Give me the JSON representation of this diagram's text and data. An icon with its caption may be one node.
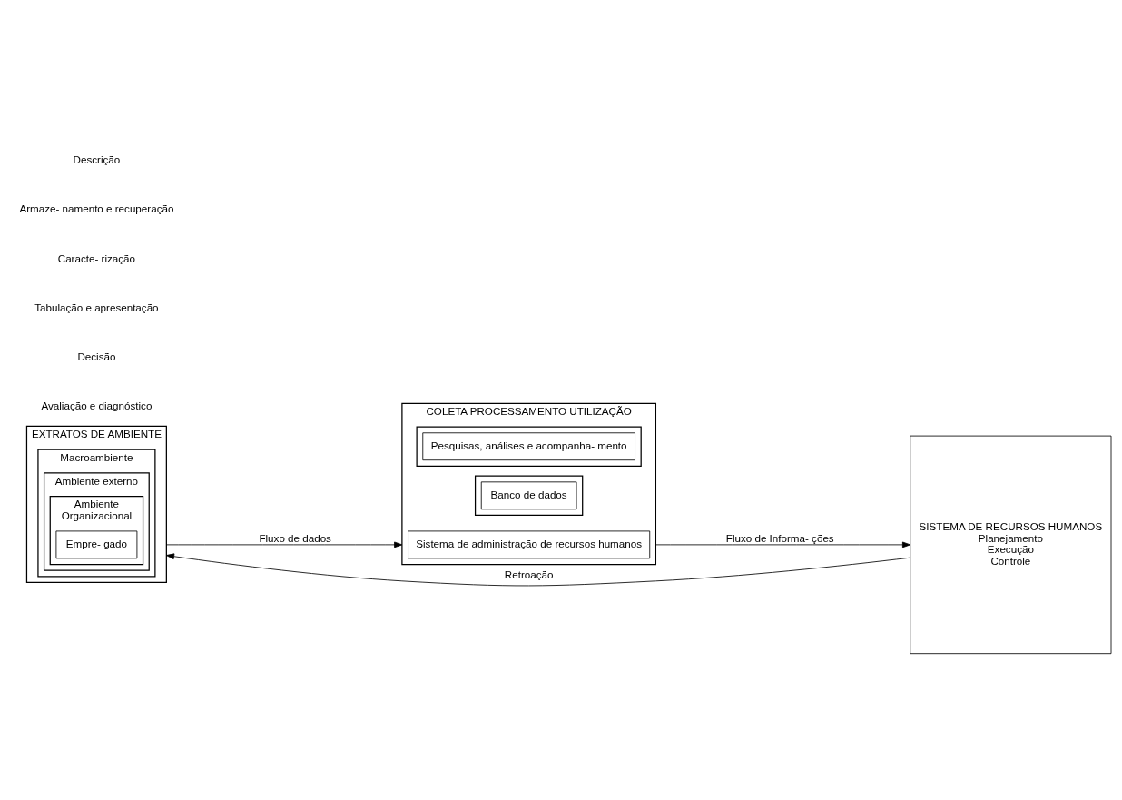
{
  "diagram": {
    "nodes": [
      {
        "text": [
          "EXTRATOS DE AMBIENTE"
        ]
      },
      {
        "text": [
          "Macroambiente"
        ],
        "in": 0
      },
      {
        "text": [
          "Ambiente externo"
        ],
        "in": 1
      },
      {
        "text": [
          "Ambiente",
          "Organizacional"
        ],
        "in": 2
      },
      {
        "text": [
          "Empre- gado"
        ],
        "in": 3
      },
      {
        "text": [
          "COLETA PROCESSAMENTO UTILIZAÇÃO"
        ]
      },
      {
        "text": [
          "Sistema de administração de recursos humanos"
        ],
        "in": 5
      },
      {
        "text": [],
        "shape": "box",
        "in": 5
      },
      {
        "text": [
          "Pesquisas, análises e acompanha- mento"
        ],
        "in": 7
      },
      {
        "text": [],
        "shape": "box",
        "in": 5
      },
      {
        "text": [
          "Banco de dados"
        ],
        "in": 9
      },
      {
        "text": [
          "SISTEMA DE RECURSOS HUMANOS",
          "Planejamento",
          "Execução",
          "Controle"
        ]
      }
    ],
    "edges": [
      {
        "from": 0,
        "to": 5,
        "arrow": "to",
        "label": "Fluxo de dados"
      },
      {
        "from": 5,
        "to": 11,
        "arrow": "to",
        "label": "Fluxo de Informa- ções"
      },
      {
        "from": 11,
        "to": 0,
        "arrow": "to",
        "label": "Retroação"
      }
    ],
    "labels": [
      "Avaliação e diagnóstico",
      "Decisão",
      "Tabulação e apresentação",
      "Caracte- rização",
      "Armaze- namento e recuperação",
      "Descrição"
    ]
  }
}
